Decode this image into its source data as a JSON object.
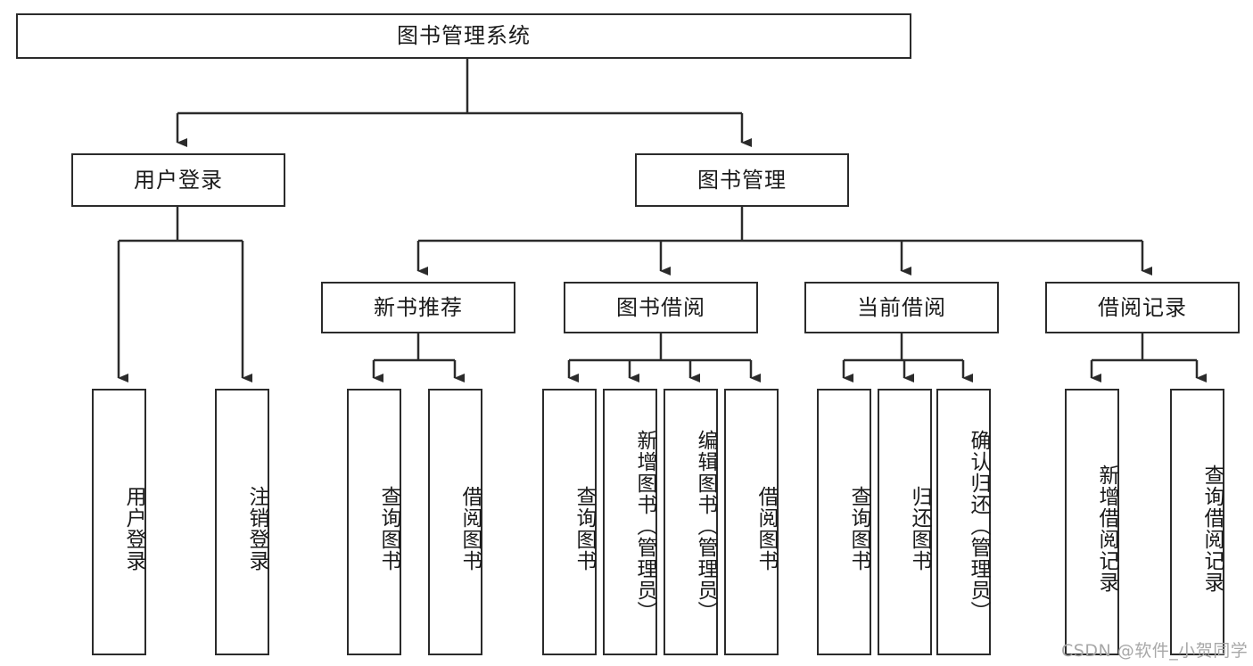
{
  "diagram": {
    "title": "图书管理系统",
    "type": "tree-hierarchy",
    "root": {
      "id": "root",
      "label": "图书管理系统"
    },
    "level1": [
      {
        "id": "user-login",
        "label": "用户登录"
      },
      {
        "id": "book-management",
        "label": "图书管理"
      }
    ],
    "level2": [
      {
        "id": "new-book-recommend",
        "label": "新书推荐"
      },
      {
        "id": "book-borrow",
        "label": "图书借阅"
      },
      {
        "id": "current-borrow",
        "label": "当前借阅"
      },
      {
        "id": "borrow-record",
        "label": "借阅记录"
      }
    ],
    "leaves": {
      "user-login": [
        {
          "id": "leaf-user-login",
          "label": "用户登录"
        },
        {
          "id": "leaf-logout-login",
          "label": "注销登录"
        }
      ],
      "new-book-recommend": [
        {
          "id": "leaf-query-book-1",
          "label": "查询图书"
        },
        {
          "id": "leaf-borrow-book-1",
          "label": "借阅图书"
        }
      ],
      "book-borrow": [
        {
          "id": "leaf-query-book-2",
          "label": "查询图书"
        },
        {
          "id": "leaf-add-book",
          "label": "新增图书（管理员）"
        },
        {
          "id": "leaf-edit-book",
          "label": "编辑图书（管理员）"
        },
        {
          "id": "leaf-borrow-book-2",
          "label": "借阅图书"
        }
      ],
      "current-borrow": [
        {
          "id": "leaf-query-book-3",
          "label": "查询图书"
        },
        {
          "id": "leaf-return-book",
          "label": "归还图书"
        },
        {
          "id": "leaf-confirm-return",
          "label": "确认归还（管理员）"
        }
      ],
      "borrow-record": [
        {
          "id": "leaf-add-record",
          "label": "新增借阅记录"
        },
        {
          "id": "leaf-query-record",
          "label": "查询借阅记录"
        }
      ]
    },
    "colors": {
      "stroke": "#2b2b2b",
      "background": "#ffffff",
      "text": "#1a1a1a",
      "watermark": "#a8a8a8"
    }
  },
  "watermark": {
    "text": "CSDN @软件_小贺同学"
  }
}
